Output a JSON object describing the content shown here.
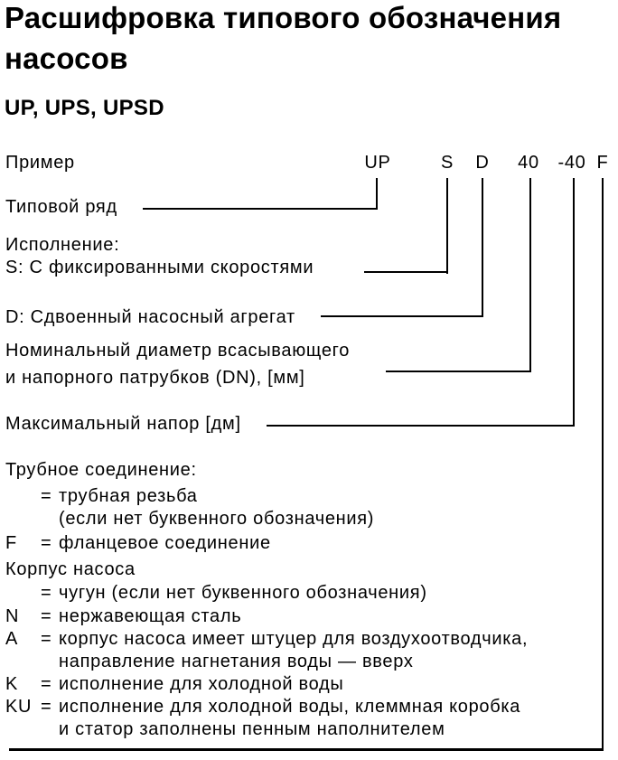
{
  "doc": {
    "title": "Расшифровка типового обозначения\nнасосов",
    "series": "UP, UPS, UPSD",
    "example_label": "Пример"
  },
  "code": {
    "tokens": [
      "UP",
      "S",
      "D",
      "40",
      "-40",
      "F"
    ]
  },
  "labels": {
    "type_series": "Типовой ряд",
    "version_header": "Исполнение:",
    "version_s": "S: С фиксированными скоростями",
    "version_d": "D: Сдвоенный насосный агрегат",
    "nominal_diameter_line1": "Номинальный диаметр всасывающего",
    "nominal_diameter_line2": "и напорного патрубков (DN), [мм]",
    "max_head": "Максимальный напор [дм]"
  },
  "pipe_connection": {
    "header": "Трубное соединение:",
    "rows": [
      {
        "code": "",
        "eq": "=",
        "text": "трубная резьба"
      },
      {
        "code": "",
        "eq": "",
        "text": "(если нет буквенного обозначения)"
      },
      {
        "code": "F",
        "eq": "=",
        "text": "фланцевое соединение"
      }
    ]
  },
  "pump_housing": {
    "header": "Корпус насоса",
    "rows": [
      {
        "code": "",
        "eq": "=",
        "text": "чугун (если нет буквенного обозначения)"
      },
      {
        "code": "N",
        "eq": "=",
        "text": "нержавеющая сталь"
      },
      {
        "code": "A",
        "eq": "=",
        "text": "корпус насоса имеет штуцер для воздухоотводчика,"
      },
      {
        "code": "",
        "eq": "",
        "text": "направление нагнетания воды — вверх"
      },
      {
        "code": "K",
        "eq": "=",
        "text": "исполнение для холодной воды"
      },
      {
        "code": "KU",
        "eq": "=",
        "text": "исполнение для холодной воды, клеммная коробка"
      },
      {
        "code": "",
        "eq": "",
        "text": "и статор заполнены пенным наполнителем"
      }
    ]
  }
}
